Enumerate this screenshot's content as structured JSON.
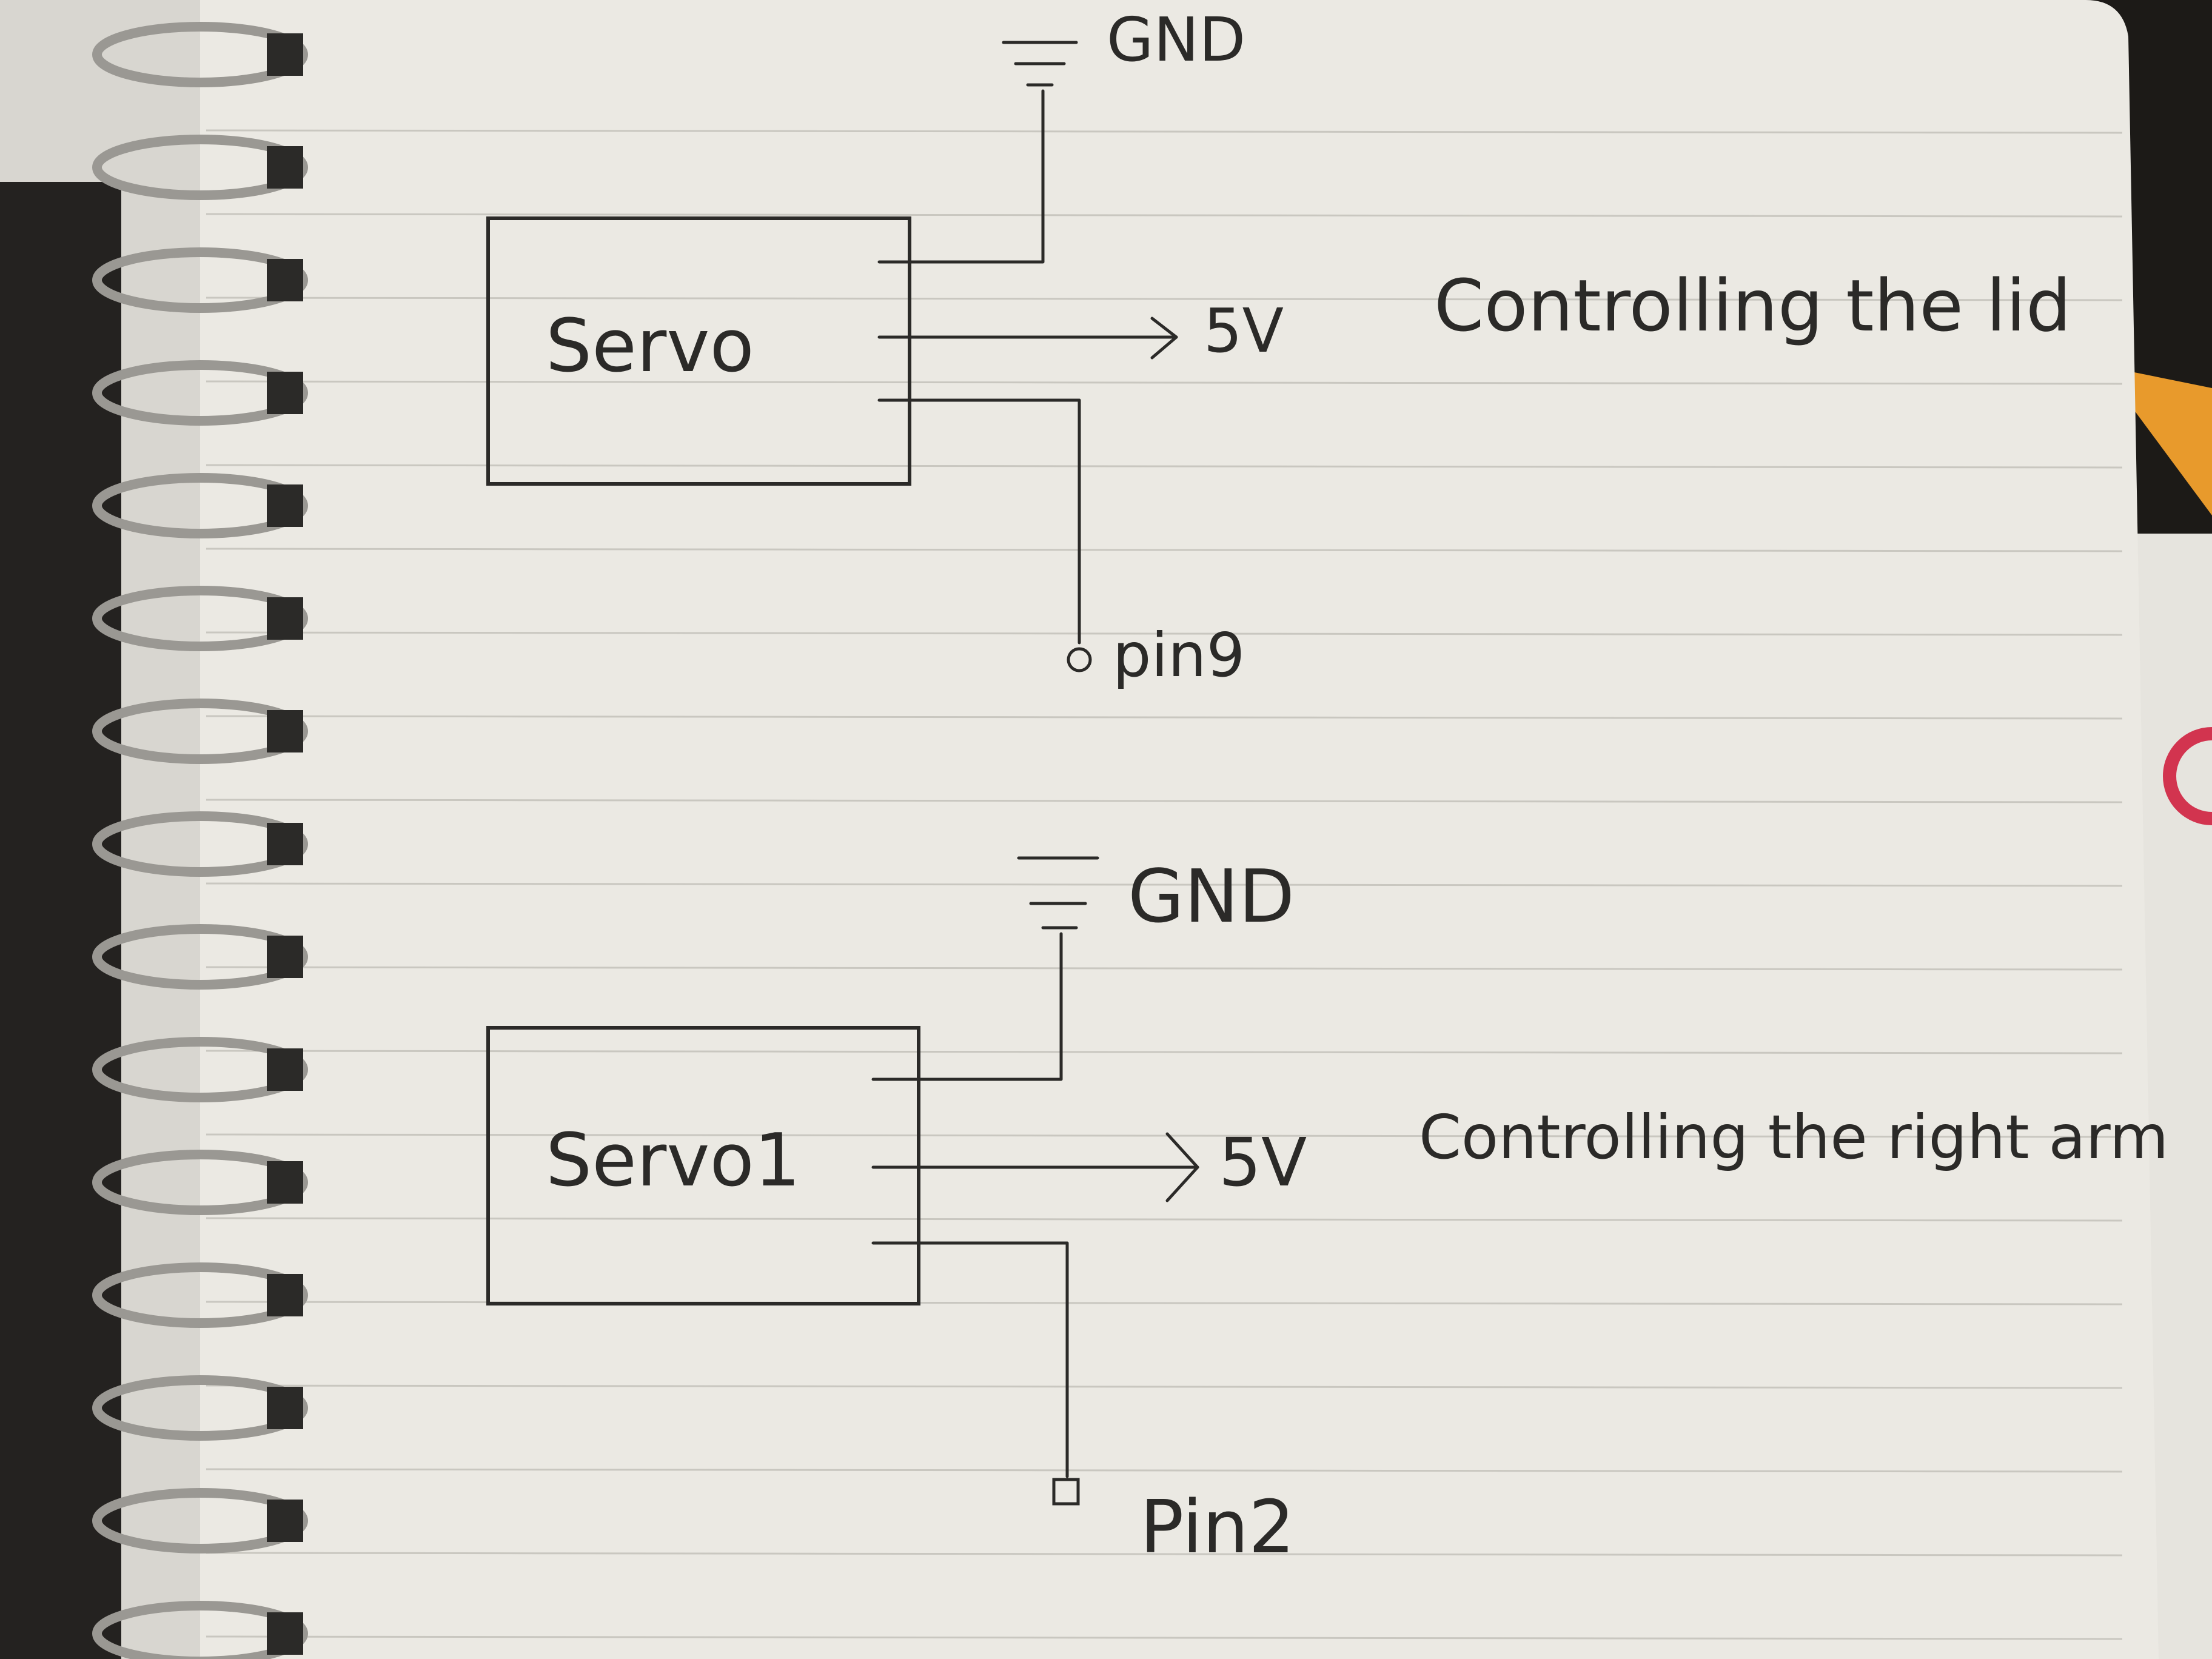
{
  "servo_top": {
    "label": "Servo",
    "ground_label": "GND",
    "power_label": "5V",
    "signal_label": "pin9",
    "caption": "Controlling the lid"
  },
  "servo_bottom": {
    "label": "Servo1",
    "ground_label": "GND",
    "power_label": "5V",
    "signal_label": "Pin2",
    "caption": "Controlling the right arm"
  },
  "colors": {
    "paper": "#ebe9e3",
    "ink": "#2b2a28",
    "rule_line": "#c9c7c0",
    "background": "#1c1a17",
    "pencil": "#e89a2c"
  }
}
